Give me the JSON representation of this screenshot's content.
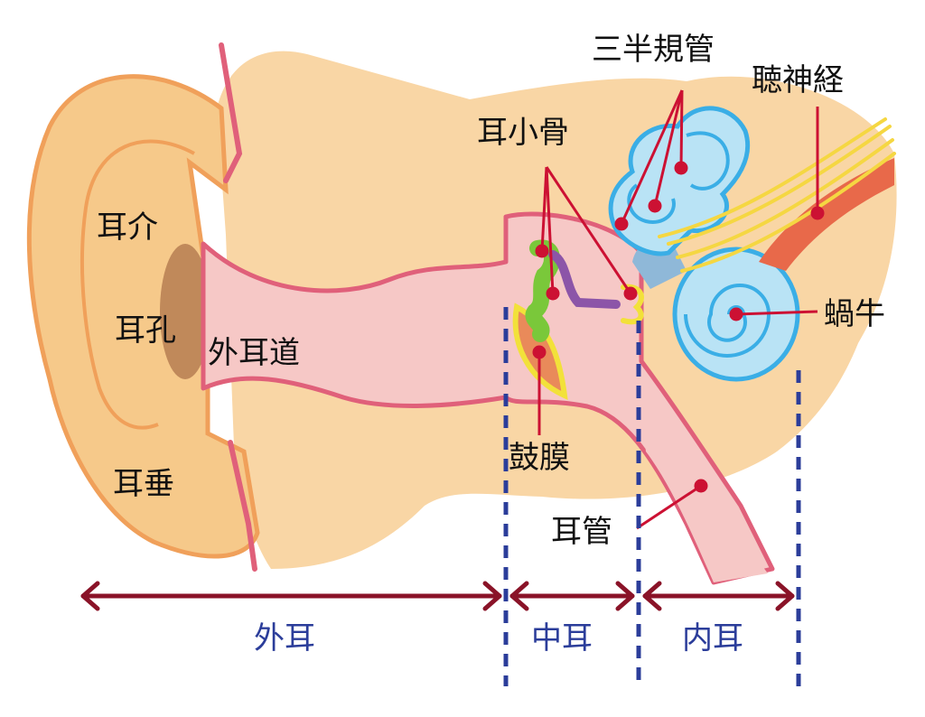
{
  "labels": {
    "jikai": "耳介",
    "jikou": "耳孔",
    "gaijidou": "外耳道",
    "jisui": "耳垂",
    "jishoukotsu": "耳小骨",
    "sanhankikan": "三半規管",
    "choushinkei": "聴神経",
    "kagyuu": "蝸牛",
    "komaku": "鼓膜",
    "jikan": "耳管"
  },
  "regions": {
    "outer": "外耳",
    "middle": "中耳",
    "inner": "内耳"
  },
  "colors": {
    "skin": "#f9d6a5",
    "ear_fill": "#f6c98a",
    "ear_outline": "#f0a05a",
    "canal_fill": "#f6c8c6",
    "canal_outline": "#e0607a",
    "hole": "#c0895a",
    "inner_ear": "#b9e3f5",
    "inner_ear_outline": "#3aaee6",
    "nerve": "#f5d742",
    "nerve_bundle": "#e8694a",
    "ossicle_green": "#7ac83a",
    "ossicle_purple": "#8c55a8",
    "eardrum": "#e98a5a",
    "eardrum_edge": "#f2e13a",
    "pointer": "#cc1133",
    "region_text": "#2b3d9a",
    "dashed_line": "#2b3d9a",
    "arrow": "#8a1328"
  }
}
